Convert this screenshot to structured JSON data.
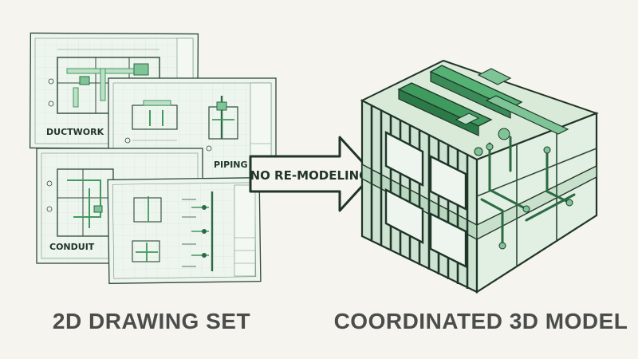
{
  "sheets": {
    "ductwork": "DUCTWORK",
    "piping": "PIPING",
    "conduit": "CONDUIT"
  },
  "arrow_label": "NO RE-MODELING",
  "captions": {
    "left": "2D DRAWING SET",
    "right": "COORDINATED 3D MODEL"
  },
  "colors": {
    "background": "#f5f4ee",
    "sheet_fill": "#eef5ee",
    "line_dark": "#1f3528",
    "accent_green": "#3f9a5e",
    "light_green": "#bfe0c8",
    "caption": "#4a4d4a"
  }
}
